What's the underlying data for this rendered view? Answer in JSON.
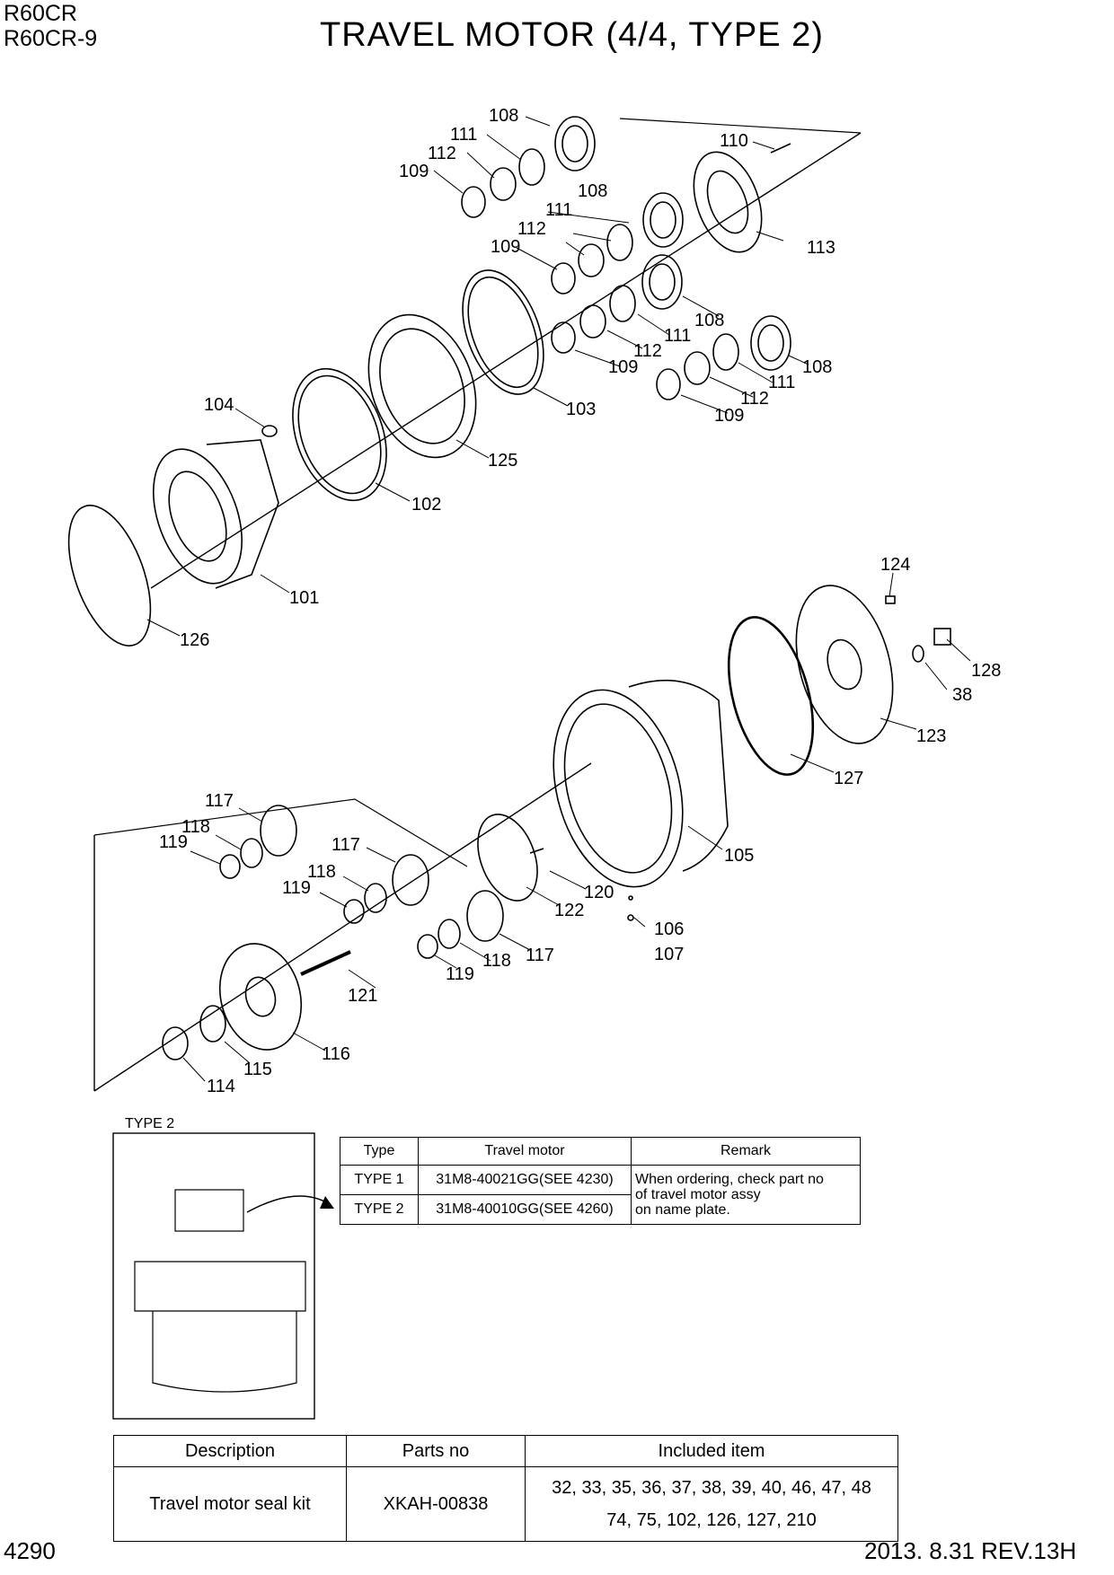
{
  "header": {
    "models": [
      "R60CR",
      "R60CR-9"
    ],
    "title": "TRAVEL MOTOR (4/4, TYPE 2)"
  },
  "callouts": [
    "108",
    "111",
    "112",
    "109",
    "110",
    "108",
    "111",
    "112",
    "109",
    "113",
    "108",
    "111",
    "112",
    "109",
    "108",
    "111",
    "112",
    "109",
    "103",
    "104",
    "125",
    "102",
    "101",
    "126",
    "124",
    "128",
    "38",
    "123",
    "127",
    "105",
    "117",
    "118",
    "119",
    "117",
    "118",
    "119",
    "120",
    "122",
    "106",
    "107",
    "117",
    "118",
    "119",
    "121",
    "116",
    "115",
    "114"
  ],
  "inset": {
    "label": "TYPE 2"
  },
  "type_table": {
    "headers": [
      "Type",
      "Travel motor",
      "Remark"
    ],
    "rows": [
      {
        "type": "TYPE 1",
        "motor": "31M8-40021GG(SEE 4230)"
      },
      {
        "type": "TYPE 2",
        "motor": "31M8-40010GG(SEE 4260)"
      }
    ],
    "remark_lines": [
      "When ordering, check part no",
      "of travel motor assy",
      "on name plate."
    ]
  },
  "seal_table": {
    "headers": [
      "Description",
      "Parts no",
      "Included item"
    ],
    "row": {
      "description": "Travel motor seal kit",
      "parts_no": "XKAH-00838",
      "included_lines": [
        "32, 33, 35, 36, 37, 38, 39, 40, 46, 47, 48",
        "74, 75, 102, 126, 127, 210"
      ]
    }
  },
  "footer": {
    "page_number": "4290",
    "revision": "2013. 8.31 REV.13H"
  }
}
